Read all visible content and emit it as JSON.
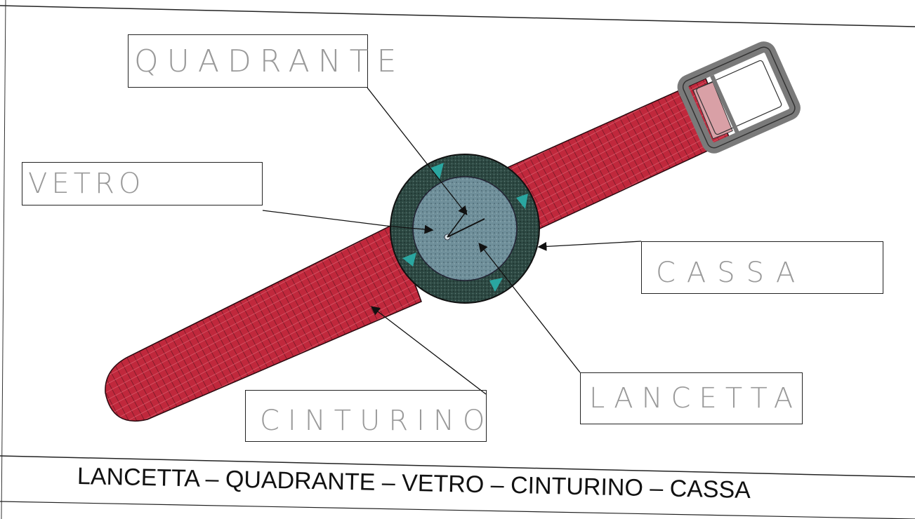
{
  "labels": {
    "quadrante": "QUADRANTE",
    "vetro": "VETRO",
    "cassa": "CASSA",
    "lancetta": "LANCETTA",
    "cinturino": "CINTURINO"
  },
  "word_bank": "LANCETTA – QUADRANTE – VETRO – CINTURINO – CASSA",
  "colors": {
    "strap": "#c0283c",
    "case": "#2e4a44",
    "dial": "#6f8f9a",
    "buckle": "#8a8a8a",
    "handwriting": "#9a9a9a"
  }
}
